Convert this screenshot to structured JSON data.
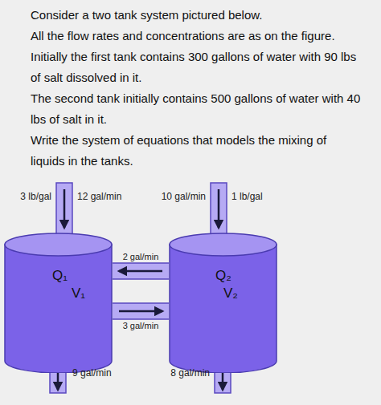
{
  "diagram": {
    "nodes": [
      {
        "text": [
          "Q₁",
          "V₁"
        ]
      },
      {
        "text": [
          "Q₂",
          "V₂"
        ]
      }
    ],
    "edges": [
      {
        "from": 1,
        "to": 0,
        "label": "2 gal/min",
        "arrow": "to"
      },
      {
        "from": 0,
        "to": 1,
        "label": "3 gal/min",
        "arrow": "to"
      }
    ],
    "labels": [
      "Consider a two tank system pictured below.",
      "All the flow rates and concentrations are as on the figure.",
      "Initially the first tank contains 300 gallons of water with 90 lbs of salt dissolved in it.",
      "The second tank initially contains 500 gallons of water with 40 lbs of salt in it.",
      "Write the system of equations that models the mixing of liquids in the tanks.",
      "3 lb/gal",
      "12 gal/min",
      "10 gal/min",
      "1 lb/gal",
      "9 gal/min",
      "8 gal/min"
    ]
  }
}
